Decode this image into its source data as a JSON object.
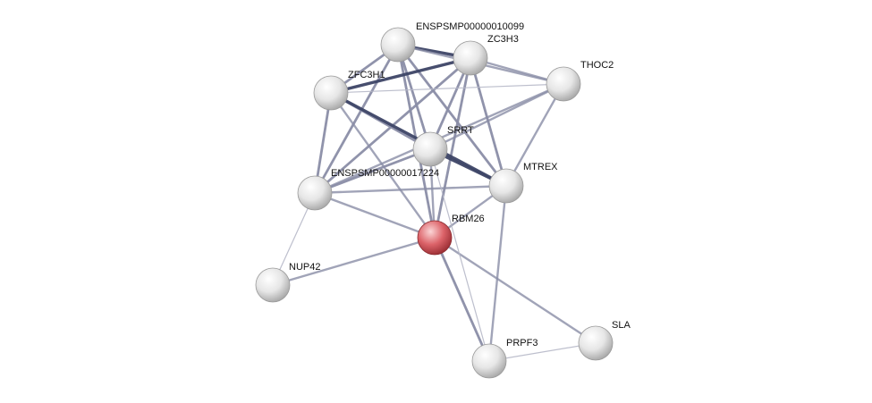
{
  "diagram": {
    "nodes": [
      {
        "id": "ENSPSMP00000010099",
        "label": "ENSPSMP00000010099",
        "highlight": false
      },
      {
        "id": "ZC3H3",
        "label": "ZC3H3",
        "highlight": false
      },
      {
        "id": "THOC2",
        "label": "THOC2",
        "highlight": false
      },
      {
        "id": "ZFC3H1",
        "label": "ZFC3H1",
        "highlight": false
      },
      {
        "id": "SRRT",
        "label": "SRRT",
        "highlight": false
      },
      {
        "id": "MTREX",
        "label": "MTREX",
        "highlight": false
      },
      {
        "id": "ENSPSMP00000017224",
        "label": "ENSPSMP00000017224",
        "highlight": false
      },
      {
        "id": "RBM26",
        "label": "RBM26",
        "highlight": true
      },
      {
        "id": "NUP42",
        "label": "NUP42",
        "highlight": false
      },
      {
        "id": "PRPF3",
        "label": "PRPF3",
        "highlight": false
      },
      {
        "id": "SLA",
        "label": "SLA",
        "highlight": false
      }
    ],
    "edges": [
      {
        "source": "ENSPSMP00000010099",
        "target": "ZC3H3",
        "weight": 4
      },
      {
        "source": "ENSPSMP00000010099",
        "target": "ZFC3H1",
        "weight": 3
      },
      {
        "source": "ENSPSMP00000010099",
        "target": "SRRT",
        "weight": 3
      },
      {
        "source": "ENSPSMP00000010099",
        "target": "MTREX",
        "weight": 3
      },
      {
        "source": "ENSPSMP00000010099",
        "target": "ENSPSMP00000017224",
        "weight": 3
      },
      {
        "source": "ENSPSMP00000010099",
        "target": "RBM26",
        "weight": 3
      },
      {
        "source": "ENSPSMP00000010099",
        "target": "THOC2",
        "weight": 2
      },
      {
        "source": "ZC3H3",
        "target": "ZFC3H1",
        "weight": 4
      },
      {
        "source": "ZC3H3",
        "target": "THOC2",
        "weight": 2
      },
      {
        "source": "ZC3H3",
        "target": "SRRT",
        "weight": 3
      },
      {
        "source": "ZC3H3",
        "target": "MTREX",
        "weight": 3
      },
      {
        "source": "ZC3H3",
        "target": "ENSPSMP00000017224",
        "weight": 3
      },
      {
        "source": "ZC3H3",
        "target": "RBM26",
        "weight": 3
      },
      {
        "source": "ZFC3H1",
        "target": "THOC2",
        "weight": 1
      },
      {
        "source": "ZFC3H1",
        "target": "SRRT",
        "weight": 3
      },
      {
        "source": "ZFC3H1",
        "target": "MTREX",
        "weight": 4
      },
      {
        "source": "ZFC3H1",
        "target": "ENSPSMP00000017224",
        "weight": 3
      },
      {
        "source": "ZFC3H1",
        "target": "RBM26",
        "weight": 2
      },
      {
        "source": "THOC2",
        "target": "SRRT",
        "weight": 2
      },
      {
        "source": "THOC2",
        "target": "MTREX",
        "weight": 2
      },
      {
        "source": "THOC2",
        "target": "ENSPSMP00000017224",
        "weight": 2
      },
      {
        "source": "SRRT",
        "target": "MTREX",
        "weight": 4
      },
      {
        "source": "SRRT",
        "target": "ENSPSMP00000017224",
        "weight": 3
      },
      {
        "source": "SRRT",
        "target": "RBM26",
        "weight": 2
      },
      {
        "source": "MTREX",
        "target": "ENSPSMP00000017224",
        "weight": 2
      },
      {
        "source": "MTREX",
        "target": "RBM26",
        "weight": 2
      },
      {
        "source": "MTREX",
        "target": "PRPF3",
        "weight": 2
      },
      {
        "source": "ENSPSMP00000017224",
        "target": "RBM26",
        "weight": 2
      },
      {
        "source": "ENSPSMP00000017224",
        "target": "NUP42",
        "weight": 1
      },
      {
        "source": "RBM26",
        "target": "NUP42",
        "weight": 2
      },
      {
        "source": "RBM26",
        "target": "PRPF3",
        "weight": 3
      },
      {
        "source": "RBM26",
        "target": "SLA",
        "weight": 2
      },
      {
        "source": "SRRT",
        "target": "PRPF3",
        "weight": 1
      },
      {
        "source": "PRPF3",
        "target": "SLA",
        "weight": 1
      }
    ]
  },
  "colors": {
    "edge_light": "#b6b8c8",
    "edge_mid": "#8a8da6",
    "edge_dark": "#3d4466",
    "node_fill": "#e4e4e4",
    "highlight_fill": "#d9595f"
  }
}
